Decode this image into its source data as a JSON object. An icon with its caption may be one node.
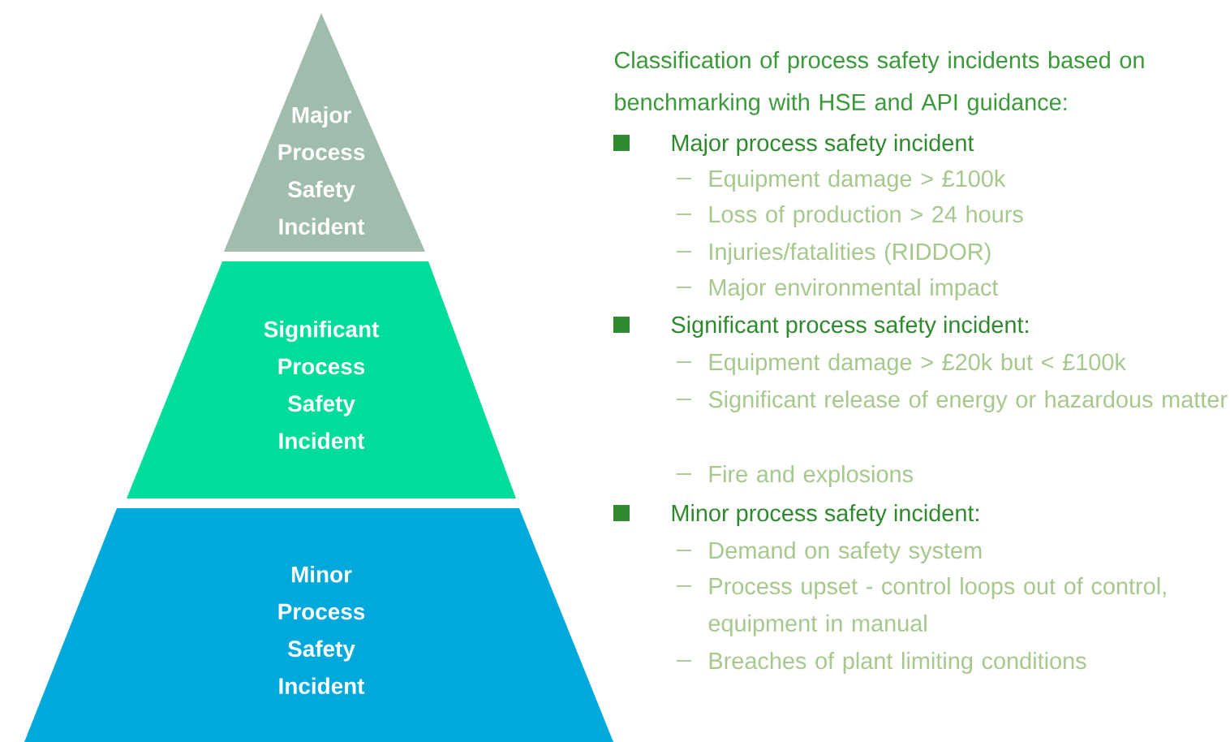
{
  "diagram": {
    "title": "Classification of process safety incidents based on benchmarking with HSE and API guidance:",
    "nodes": [
      {
        "text": [
          "Major Process Safety Incident"
        ]
      },
      {
        "text": [
          "Significant Process Safety Incident"
        ]
      },
      {
        "text": [
          "Minor Process Safety Incident"
        ]
      }
    ],
    "labels": [
      "Major process safety incident",
      "Equipment damage > £100k",
      "Loss of production > 24 hours",
      "Injuries/fatalities (RIDDOR)",
      "Major environmental impact",
      "Significant process safety incident:",
      "Equipment damage > £20k but < £100k",
      "Significant release of energy or hazardous matter",
      "Fire and explosions",
      "Minor process safety incident:",
      "Demand on safety system",
      "Process upset - control loops out of control, equipment in manual",
      "Breaches of plant limiting conditions"
    ]
  }
}
